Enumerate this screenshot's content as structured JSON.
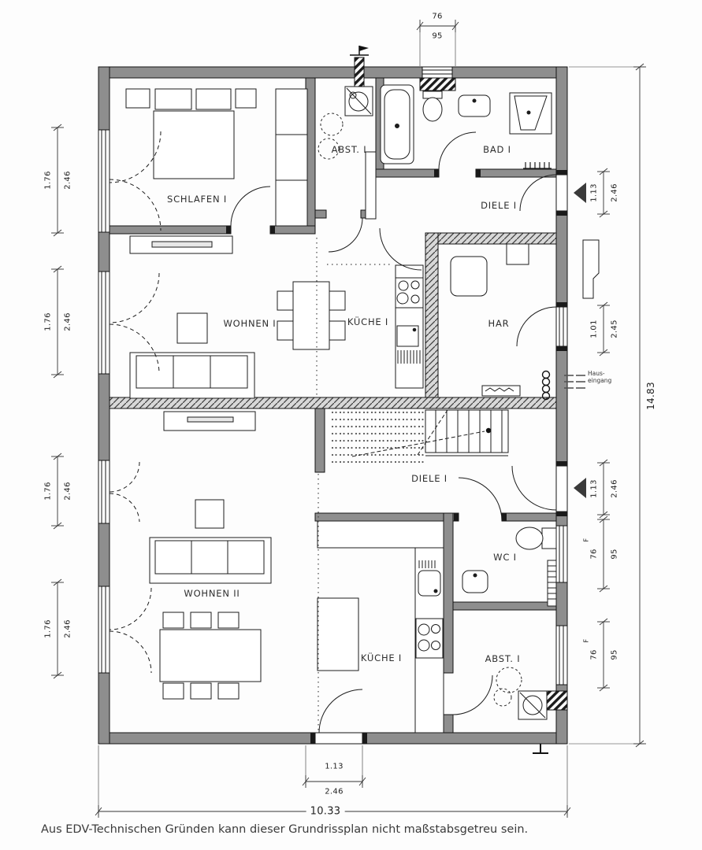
{
  "rooms": {
    "schlafen1": "SCHLAFEN I",
    "abst1": "ABST. I",
    "bad1": "BAD I",
    "diele1": "DIELE I",
    "wohnen1": "WOHNEN I",
    "kueche1": "KÜCHE I",
    "har": "HAR",
    "diele2": "DIELE I",
    "wohnen2": "WOHNEN II",
    "kueche2": "KÜCHE I",
    "wc2": "WC I",
    "abst2": "ABST. I"
  },
  "dims": {
    "top": {
      "w": "76",
      "h": "95"
    },
    "left1": {
      "w": "1.76",
      "h": "2.46"
    },
    "left2": {
      "w": "1.76",
      "h": "2.46"
    },
    "left3": {
      "w": "1.76",
      "h": "2.46"
    },
    "left4": {
      "w": "1.76",
      "h": "2.46"
    },
    "right1": {
      "w": "1.13",
      "h": "2.46"
    },
    "right2": {
      "w": "1.01",
      "h": "2.45"
    },
    "right3": {
      "w": "1.13",
      "h": "2.46"
    },
    "right4": {
      "marker": "F",
      "w": "76",
      "h": "95"
    },
    "right5": {
      "marker": "F",
      "w": "76",
      "h": "95"
    },
    "bottom_door": {
      "w": "1.13",
      "h": "2.46"
    },
    "overall_width": "10.33",
    "overall_height": "14.83"
  },
  "annotations": {
    "entrance_line1": "Haus-",
    "entrance_line2": "eingang"
  },
  "footer": {
    "disclaimer": "Aus EDV-Technischen Gründen kann dieser Grundrissplan nicht maßstabsgetreu sein."
  }
}
